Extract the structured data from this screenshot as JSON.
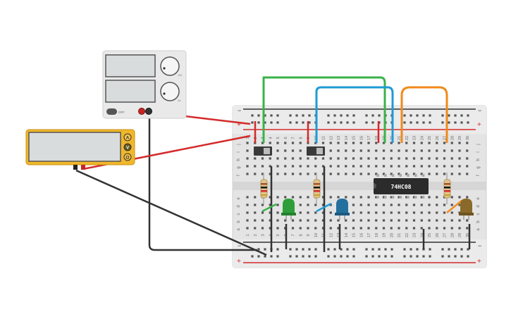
{
  "power_supply": {
    "off_label": "OFF",
    "knob1_label": "10V",
    "knob2_label": "1A"
  },
  "multimeter": {
    "buttons": [
      "A",
      "V",
      "Ω"
    ]
  },
  "breadboard": {
    "row_letters_top": [
      "j",
      "i",
      "h",
      "g",
      "f"
    ],
    "row_letters_bottom": [
      "e",
      "d",
      "c",
      "b",
      "a"
    ],
    "column_numbers": [
      "1",
      "2",
      "3",
      "4",
      "5",
      "6",
      "7",
      "8",
      "9",
      "10",
      "11",
      "12",
      "13",
      "14",
      "15",
      "16",
      "17",
      "18",
      "19",
      "20",
      "21",
      "22",
      "23",
      "24",
      "25",
      "26",
      "27",
      "28",
      "29",
      "30"
    ],
    "rail_plus": "+",
    "rail_minus": "−"
  },
  "ic": {
    "label": "74HC08"
  },
  "colors": {
    "wire_red": "#d42a2a",
    "wire_black": "#3a3a3a",
    "wire_green": "#3ab24a",
    "wire_blue": "#1e9bd6",
    "wire_orange": "#f08a1c",
    "led_green": "#2e9e3a",
    "led_blue": "#236f9e",
    "led_amber": "#8a6a2a",
    "multimeter_body": "#f0b72a",
    "board": "#e7e7e7"
  }
}
